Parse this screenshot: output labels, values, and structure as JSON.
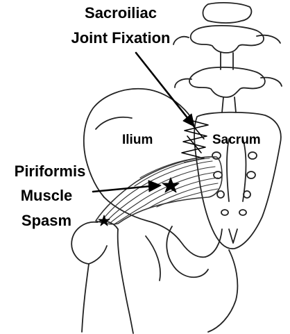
{
  "labels": {
    "sij_line1": "Sacroiliac",
    "sij_line2": "Joint Fixation",
    "ilium": "Ilium",
    "sacrum": "Sacrum",
    "piriformis_line1": "Piriformis",
    "piriformis_line2": "Muscle",
    "piriformis_line3": "Spasm"
  },
  "colors": {
    "ink": "#000000",
    "background": "#ffffff"
  }
}
